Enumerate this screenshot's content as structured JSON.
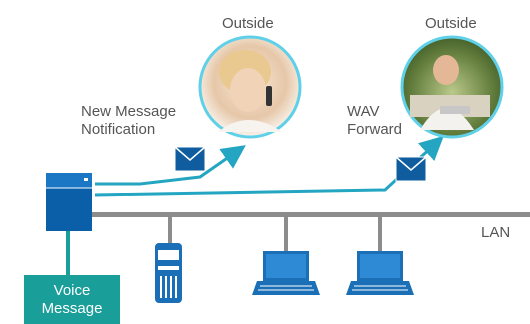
{
  "labels": {
    "outside_left": "Outside",
    "outside_right": "Outside",
    "new_message_line1": "New Message",
    "new_message_line2": "Notification",
    "wav_line1": "WAV",
    "wav_line2": "Forward",
    "lan": "LAN",
    "voice_message_line1": "Voice",
    "voice_message_line2": "Message"
  },
  "colors": {
    "link": "#24a6c2",
    "lan_bus": "#8c8c8c",
    "server": "#0a5fa8",
    "device": "#1b6fb6",
    "envelope": "#0f5c9f",
    "voice_box": "#1a9e9a",
    "circle_ring": "#5fd0e8"
  },
  "icons": {
    "server": "voicemail-server-icon",
    "ip_phone": "ip-phone-icon",
    "laptop": "laptop-icon",
    "envelope": "envelope-icon",
    "contact_photo": "person-photo-icon"
  }
}
